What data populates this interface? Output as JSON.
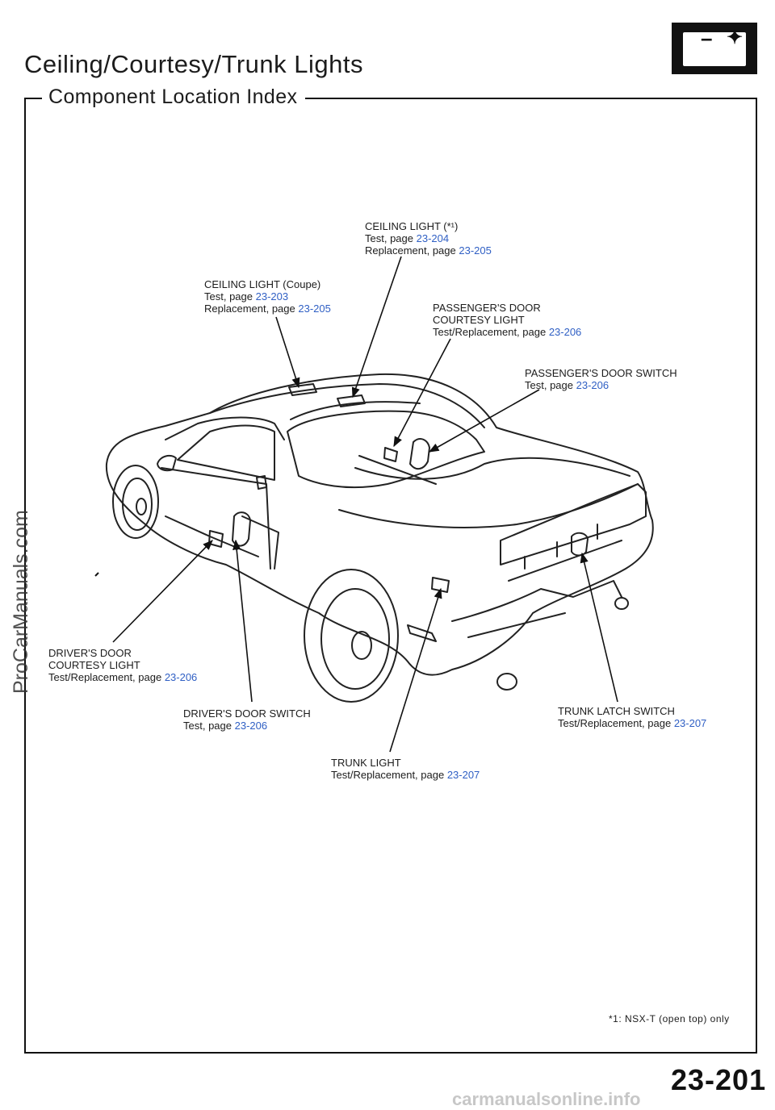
{
  "header": {
    "title": "Ceiling/Courtesy/Trunk  Lights",
    "subtitle": "Component  Location  Index",
    "battery_icon": "battery-icon"
  },
  "labels": {
    "ceiling_open": {
      "l1": "CEILING  LIGHT  (*¹)",
      "l2": "Test, page ",
      "l2_ref": "23-204",
      "l3": "Replacement, page ",
      "l3_ref": "23-205"
    },
    "ceiling_coupe": {
      "l1": "CEILING LIGHT (Coupe)",
      "l2": "Test, page ",
      "l2_ref": "23-203",
      "l3": "Replacement, page ",
      "l3_ref": "23-205"
    },
    "pass_courtesy": {
      "l1": "PASSENGER'S DOOR",
      "l2": "COURTESY LIGHT",
      "l3": "Test/Replacement, page ",
      "l3_ref": "23-206"
    },
    "pass_switch": {
      "l1": "PASSENGER'S  DOOR  SWITCH",
      "l2": "Test, page ",
      "l2_ref": "23-206"
    },
    "drv_courtesy": {
      "l1": "DRIVER'S DOOR",
      "l2": "COURTESY LIGHT",
      "l3": "Test/Replacement, page ",
      "l3_ref": "23-206"
    },
    "drv_switch": {
      "l1": "DRIVER'S DOOR SWITCH",
      "l2": "Test, page ",
      "l2_ref": "23-206"
    },
    "trunk_latch": {
      "l1": "TRUNK  LATCH  SWITCH",
      "l2": "Test/Replacement,  page ",
      "l2_ref": "23-207"
    },
    "trunk_light": {
      "l1": "TRUNK  LIGHT",
      "l2": "Test/Replacement, page ",
      "l2_ref": "23-207"
    }
  },
  "footnote": "*1:  NSX-T  (open  top)  only",
  "page_number": "23-201",
  "watermarks": {
    "side": "ProCarManuals.com",
    "bottom": "carmanualsonline.info"
  },
  "colors": {
    "link": "#2f5fc4",
    "ink": "#1c1c1c"
  }
}
